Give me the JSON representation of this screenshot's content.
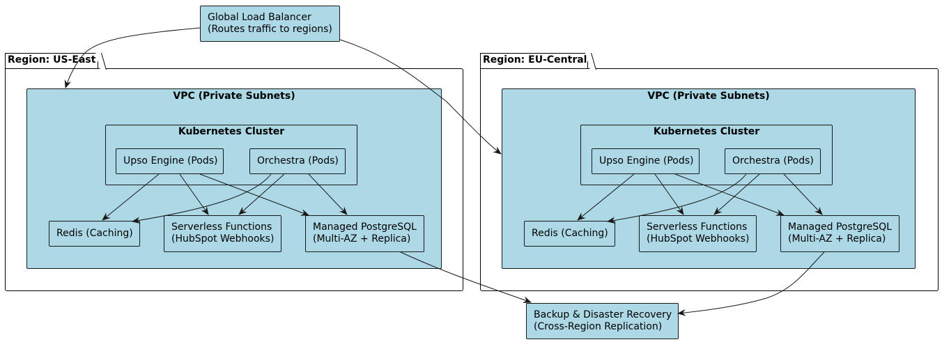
{
  "global_lb": {
    "line1": "Global Load Balancer",
    "line2": "(Routes traffic to regions)"
  },
  "backup": {
    "line1": "Backup & Disaster Recovery",
    "line2": "(Cross-Region Replication)"
  },
  "regions": [
    {
      "label": "Region: US-East",
      "vpc_title": "VPC (Private Subnets)",
      "cluster_title": "Kubernetes Cluster",
      "upso": "Upso Engine (Pods)",
      "orchestra": "Orchestra (Pods)",
      "redis": "Redis (Caching)",
      "serverless": {
        "line1": "Serverless Functions",
        "line2": "(HubSpot Webhooks)"
      },
      "postgres": {
        "line1": "Managed PostgreSQL",
        "line2": "(Multi-AZ + Replica)"
      }
    },
    {
      "label": "Region: EU-Central",
      "vpc_title": "VPC (Private Subnets)",
      "cluster_title": "Kubernetes Cluster",
      "upso": "Upso Engine (Pods)",
      "orchestra": "Orchestra (Pods)",
      "redis": "Redis (Caching)",
      "serverless": {
        "line1": "Serverless Functions",
        "line2": "(HubSpot Webhooks)"
      },
      "postgres": {
        "line1": "Managed PostgreSQL",
        "line2": "(Multi-AZ + Replica)"
      }
    }
  ],
  "colors": {
    "node_fill": "#ADD8E6",
    "border": "#181818",
    "edge": "#181818"
  }
}
